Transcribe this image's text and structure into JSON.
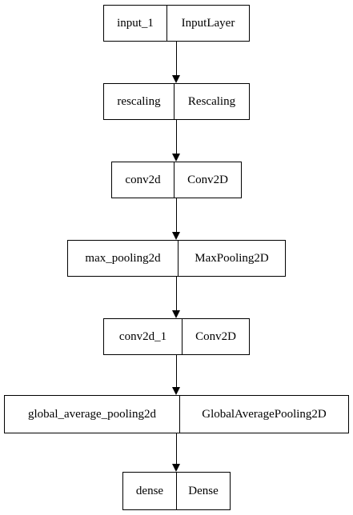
{
  "diagram": {
    "layers": [
      {
        "name": "input_1",
        "type": "InputLayer"
      },
      {
        "name": "rescaling",
        "type": "Rescaling"
      },
      {
        "name": "conv2d",
        "type": "Conv2D"
      },
      {
        "name": "max_pooling2d",
        "type": "MaxPooling2D"
      },
      {
        "name": "conv2d_1",
        "type": "Conv2D"
      },
      {
        "name": "global_average_pooling2d",
        "type": "GlobalAveragePooling2D"
      },
      {
        "name": "dense",
        "type": "Dense"
      }
    ],
    "edges": [
      {
        "from": "input_1",
        "to": "rescaling"
      },
      {
        "from": "rescaling",
        "to": "conv2d"
      },
      {
        "from": "conv2d",
        "to": "max_pooling2d"
      },
      {
        "from": "max_pooling2d",
        "to": "conv2d_1"
      },
      {
        "from": "conv2d_1",
        "to": "global_average_pooling2d"
      },
      {
        "from": "global_average_pooling2d",
        "to": "dense"
      }
    ],
    "colors": {
      "stroke": "#000000",
      "fill": "#ffffff",
      "text": "#000000"
    }
  }
}
